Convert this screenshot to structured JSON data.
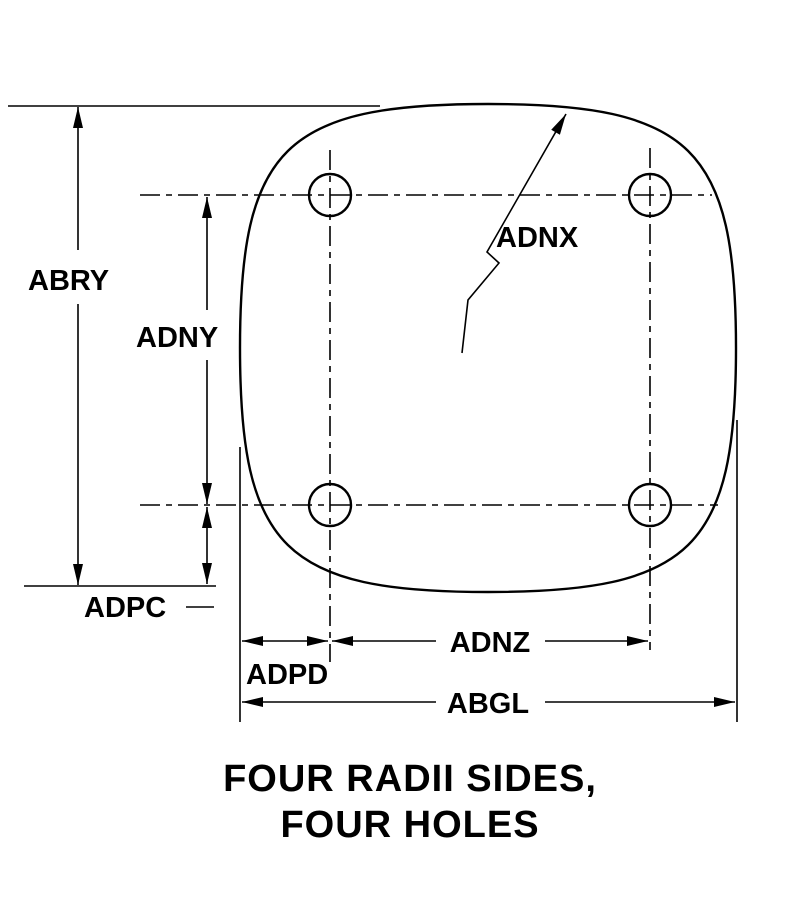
{
  "drawing": {
    "dimension_labels": {
      "abry": "ABRY",
      "adny": "ADNY",
      "adnx": "ADNX",
      "adpc": "ADPC",
      "adpd": "ADPD",
      "adnz": "ADNZ",
      "abgl": "ABGL"
    },
    "caption_line1": "FOUR RADII SIDES,",
    "caption_line2": "FOUR HOLES",
    "hole_count": 4,
    "colors": {
      "line": "#000000",
      "background": "#ffffff"
    }
  }
}
